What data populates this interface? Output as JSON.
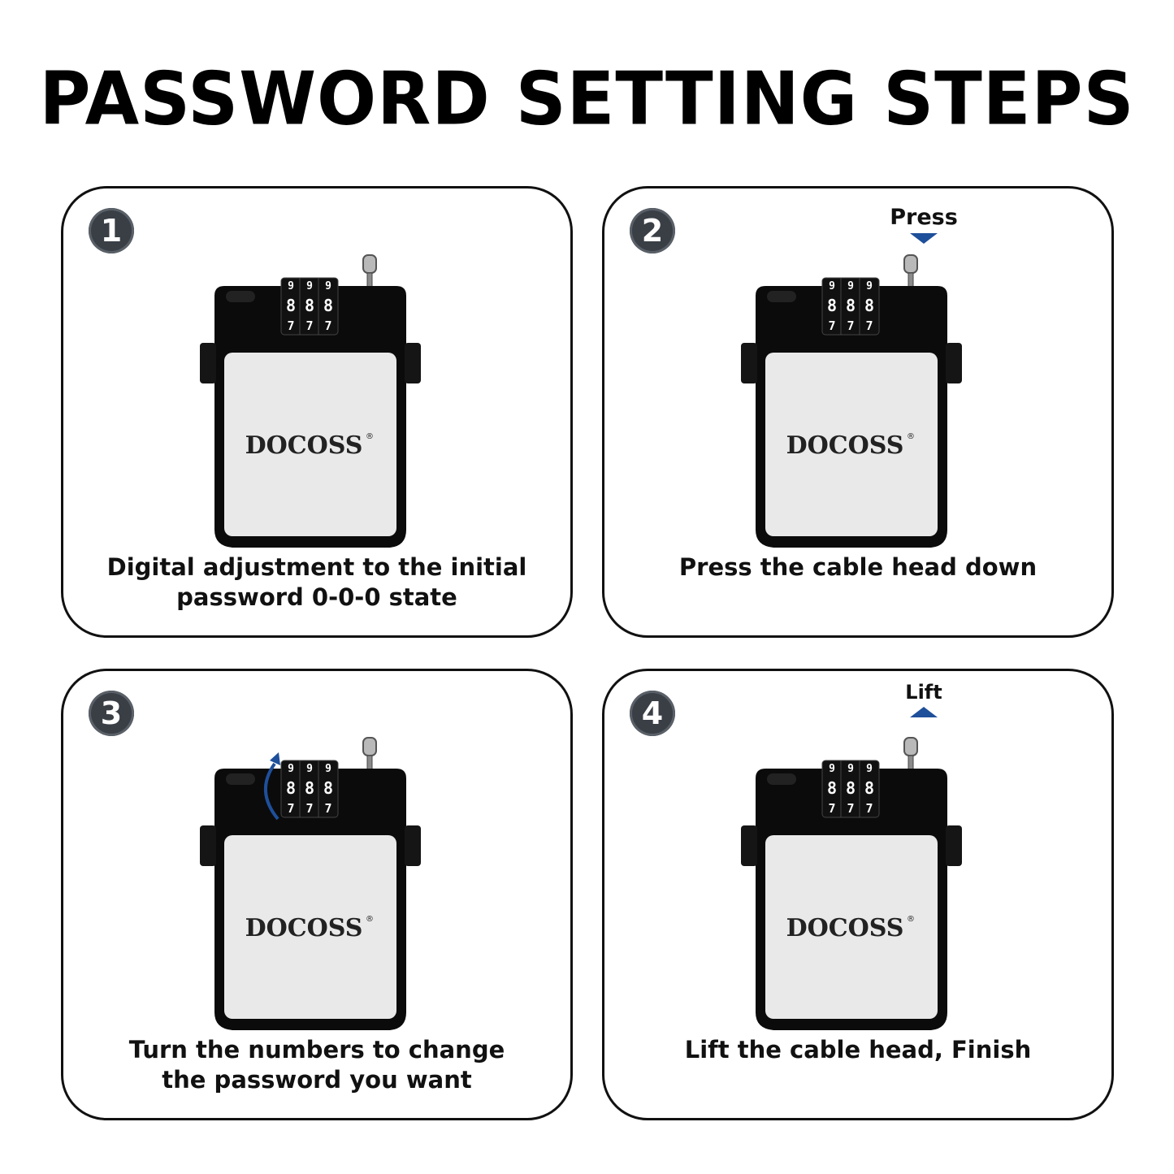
{
  "title": "PASSWORD SETTING STEPS",
  "brand": "DOCOSS",
  "brand_mark": "®",
  "dials": {
    "top": [
      "9",
      "9",
      "9"
    ],
    "mid": [
      "8",
      "8",
      "8"
    ],
    "bot": [
      "7",
      "7",
      "7"
    ]
  },
  "colors": {
    "lock_body": "#0b0b0b",
    "lock_face": "#e9e9ea",
    "badge": "#3a3f46",
    "arrow": "#1e4f9a"
  },
  "steps": [
    {
      "num": "1",
      "caption_lines": [
        "Digital adjustment to the initial",
        "password 0-0-0 state"
      ]
    },
    {
      "num": "2",
      "caption_lines": [
        "Press the cable head down"
      ],
      "hint": "Press"
    },
    {
      "num": "3",
      "caption_lines": [
        "Turn the numbers to change",
        "the password you want"
      ]
    },
    {
      "num": "4",
      "caption_lines": [
        "Lift the cable head, Finish"
      ],
      "hint": "Lift"
    }
  ]
}
